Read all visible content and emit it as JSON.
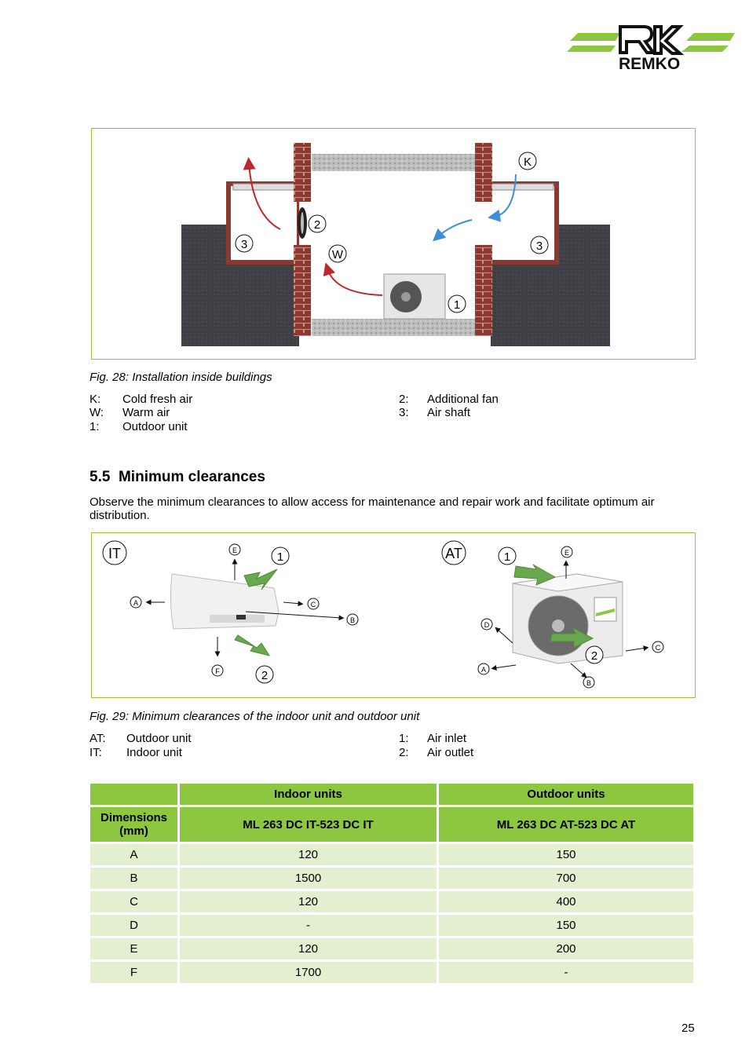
{
  "brand": {
    "name": "REMKO"
  },
  "figure28": {
    "labels": {
      "k": "K",
      "w": "W",
      "fan": "2",
      "shaft_left": "3",
      "shaft_right": "3",
      "unit": "1"
    },
    "caption": "Fig. 28: Installation inside buildings",
    "legend_left": [
      {
        "key": "K:",
        "value": "Cold fresh air"
      },
      {
        "key": "W:",
        "value": "Warm air"
      },
      {
        "key": "1:",
        "value": "Outdoor unit"
      }
    ],
    "legend_right": [
      {
        "key": "2:",
        "value": "Additional fan"
      },
      {
        "key": "3:",
        "value": "Air shaft"
      }
    ]
  },
  "section": {
    "number": "5.5",
    "title": "Minimum clearances",
    "text": "Observe the minimum clearances to allow access for maintenance and repair work and facilitate optimum air distribution."
  },
  "figure29": {
    "it": {
      "tag": "IT",
      "inlet": "1",
      "outlet": "2",
      "a": "A",
      "b": "B",
      "c": "C",
      "e": "E",
      "f": "F"
    },
    "at": {
      "tag": "AT",
      "inlet": "1",
      "outlet": "2",
      "a": "A",
      "b": "B",
      "c": "C",
      "d": "D",
      "e": "E"
    },
    "caption": "Fig. 29: Minimum clearances of the indoor unit and outdoor unit",
    "legend_left": [
      {
        "key": "AT:",
        "value": "Outdoor unit"
      },
      {
        "key": "IT:",
        "value": "Indoor unit"
      }
    ],
    "legend_right": [
      {
        "key": "1:",
        "value": "Air inlet"
      },
      {
        "key": "2:",
        "value": "Air outlet"
      }
    ]
  },
  "table": {
    "header": [
      "",
      "Indoor units",
      "Outdoor units"
    ],
    "subheader": [
      "Dimensions (mm)",
      "ML 263 DC IT-523 DC IT",
      "ML 263 DC AT-523 DC AT"
    ],
    "rows": [
      [
        "A",
        "120",
        "150"
      ],
      [
        "B",
        "1500",
        "700"
      ],
      [
        "C",
        "120",
        "400"
      ],
      [
        "D",
        "-",
        "150"
      ],
      [
        "E",
        "120",
        "200"
      ],
      [
        "F",
        "1700",
        "-"
      ]
    ]
  },
  "page_number": "25",
  "colors": {
    "green": "#8dc63f",
    "green_light": "#e2f0cf",
    "border": "#9bc23c",
    "brick": "#8b3a32",
    "warm": "#c0272d",
    "cold": "#3a8fd6"
  }
}
